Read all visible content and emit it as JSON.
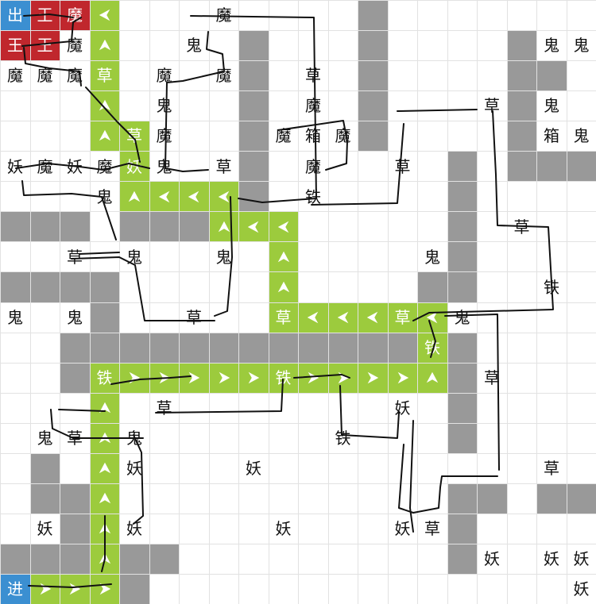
{
  "grid": {
    "cols": 20,
    "rows": 20
  },
  "colors": {
    "wall": "#999999",
    "path": "#9ccb3d",
    "exit": "#3b8fd1",
    "king": "#c0272d",
    "grid_line": "#e2e2e2",
    "pen": "#111111"
  },
  "walls": [
    [
      12,
      0
    ],
    [
      12,
      1
    ],
    [
      12,
      2
    ],
    [
      12,
      3
    ],
    [
      12,
      4
    ],
    [
      8,
      1
    ],
    [
      8,
      2
    ],
    [
      8,
      3
    ],
    [
      8,
      4
    ],
    [
      8,
      5
    ],
    [
      8,
      6
    ],
    [
      17,
      1
    ],
    [
      17,
      2
    ],
    [
      17,
      3
    ],
    [
      17,
      4
    ],
    [
      17,
      5
    ],
    [
      18,
      2
    ],
    [
      18,
      5
    ],
    [
      19,
      5
    ],
    [
      15,
      5
    ],
    [
      15,
      6
    ],
    [
      15,
      7
    ],
    [
      15,
      8
    ],
    [
      15,
      9
    ],
    [
      14,
      9
    ],
    [
      0,
      7
    ],
    [
      1,
      7
    ],
    [
      2,
      7
    ],
    [
      4,
      7
    ],
    [
      5,
      7
    ],
    [
      6,
      7
    ],
    [
      0,
      9
    ],
    [
      1,
      9
    ],
    [
      2,
      9
    ],
    [
      3,
      9
    ],
    [
      3,
      10
    ],
    [
      2,
      11
    ],
    [
      3,
      11
    ],
    [
      4,
      11
    ],
    [
      5,
      11
    ],
    [
      6,
      11
    ],
    [
      7,
      11
    ],
    [
      8,
      11
    ],
    [
      9,
      11
    ],
    [
      10,
      11
    ],
    [
      11,
      11
    ],
    [
      12,
      11
    ],
    [
      13,
      11
    ],
    [
      2,
      12
    ],
    [
      15,
      11
    ],
    [
      15,
      12
    ],
    [
      15,
      13
    ],
    [
      15,
      14
    ],
    [
      1,
      15
    ],
    [
      1,
      16
    ],
    [
      2,
      16
    ],
    [
      2,
      17
    ],
    [
      2,
      18
    ],
    [
      4,
      18
    ],
    [
      5,
      18
    ],
    [
      0,
      18
    ],
    [
      1,
      18
    ],
    [
      4,
      19
    ],
    [
      15,
      16
    ],
    [
      16,
      16
    ],
    [
      15,
      17
    ],
    [
      15,
      18
    ],
    [
      18,
      16
    ],
    [
      19,
      16
    ]
  ],
  "path_cells": [
    {
      "c": 3,
      "r": 0,
      "dir": "left"
    },
    {
      "c": 3,
      "r": 1,
      "dir": "up"
    },
    {
      "c": 3,
      "r": 2,
      "dir": "up",
      "label_key": "cao"
    },
    {
      "c": 3,
      "r": 3,
      "dir": "up"
    },
    {
      "c": 3,
      "r": 4,
      "dir": "up"
    },
    {
      "c": 4,
      "r": 4,
      "dir": "none",
      "label_key": "cao"
    },
    {
      "c": 4,
      "r": 5,
      "dir": "none",
      "label_key": "yao"
    },
    {
      "c": 4,
      "r": 6,
      "dir": "up"
    },
    {
      "c": 5,
      "r": 6,
      "dir": "left"
    },
    {
      "c": 6,
      "r": 6,
      "dir": "left"
    },
    {
      "c": 7,
      "r": 6,
      "dir": "left"
    },
    {
      "c": 7,
      "r": 7,
      "dir": "up"
    },
    {
      "c": 8,
      "r": 7,
      "dir": "left"
    },
    {
      "c": 9,
      "r": 7,
      "dir": "left"
    },
    {
      "c": 9,
      "r": 8,
      "dir": "up"
    },
    {
      "c": 9,
      "r": 9,
      "dir": "up"
    },
    {
      "c": 9,
      "r": 10,
      "dir": "none",
      "label_key": "cao"
    },
    {
      "c": 10,
      "r": 10,
      "dir": "left"
    },
    {
      "c": 11,
      "r": 10,
      "dir": "left"
    },
    {
      "c": 12,
      "r": 10,
      "dir": "left"
    },
    {
      "c": 13,
      "r": 10,
      "dir": "none",
      "label_key": "cao"
    },
    {
      "c": 14,
      "r": 10,
      "dir": "left"
    },
    {
      "c": 14,
      "r": 11,
      "dir": "none",
      "label_key": "tie"
    },
    {
      "c": 14,
      "r": 12,
      "dir": "up"
    },
    {
      "c": 13,
      "r": 12,
      "dir": "right"
    },
    {
      "c": 12,
      "r": 12,
      "dir": "right"
    },
    {
      "c": 11,
      "r": 12,
      "dir": "right"
    },
    {
      "c": 10,
      "r": 12,
      "dir": "right"
    },
    {
      "c": 9,
      "r": 12,
      "dir": "none",
      "label_key": "tie"
    },
    {
      "c": 8,
      "r": 12,
      "dir": "right"
    },
    {
      "c": 7,
      "r": 12,
      "dir": "right"
    },
    {
      "c": 6,
      "r": 12,
      "dir": "right"
    },
    {
      "c": 5,
      "r": 12,
      "dir": "right"
    },
    {
      "c": 4,
      "r": 12,
      "dir": "right"
    },
    {
      "c": 3,
      "r": 12,
      "dir": "none",
      "label_key": "tie"
    },
    {
      "c": 3,
      "r": 13,
      "dir": "up"
    },
    {
      "c": 3,
      "r": 14,
      "dir": "up"
    },
    {
      "c": 3,
      "r": 15,
      "dir": "up"
    },
    {
      "c": 3,
      "r": 16,
      "dir": "up"
    },
    {
      "c": 3,
      "r": 17,
      "dir": "up"
    },
    {
      "c": 3,
      "r": 18,
      "dir": "up"
    },
    {
      "c": 3,
      "r": 19,
      "dir": "right"
    },
    {
      "c": 2,
      "r": 19,
      "dir": "right"
    },
    {
      "c": 1,
      "r": 19,
      "dir": "right"
    }
  ],
  "special_cells": [
    {
      "c": 0,
      "r": 0,
      "kind": "exit",
      "label_key": "chu"
    },
    {
      "c": 0,
      "r": 19,
      "kind": "exit",
      "label_key": "jin"
    },
    {
      "c": 1,
      "r": 0,
      "kind": "king",
      "label_key": "wang"
    },
    {
      "c": 2,
      "r": 0,
      "kind": "king",
      "label_key": "mo"
    },
    {
      "c": 0,
      "r": 1,
      "kind": "king",
      "label_key": "wang"
    },
    {
      "c": 1,
      "r": 1,
      "kind": "king",
      "label_key": "wang"
    }
  ],
  "labels": [
    {
      "c": 7,
      "r": 0,
      "key": "mo"
    },
    {
      "c": 2,
      "r": 1,
      "key": "mo"
    },
    {
      "c": 6,
      "r": 1,
      "key": "gui"
    },
    {
      "c": 18,
      "r": 1,
      "key": "gui"
    },
    {
      "c": 19,
      "r": 1,
      "key": "gui"
    },
    {
      "c": 0,
      "r": 2,
      "key": "mo"
    },
    {
      "c": 1,
      "r": 2,
      "key": "mo"
    },
    {
      "c": 2,
      "r": 2,
      "key": "mo"
    },
    {
      "c": 5,
      "r": 2,
      "key": "mo"
    },
    {
      "c": 7,
      "r": 2,
      "key": "mo"
    },
    {
      "c": 10,
      "r": 2,
      "key": "cao"
    },
    {
      "c": 5,
      "r": 3,
      "key": "gui"
    },
    {
      "c": 10,
      "r": 3,
      "key": "mo"
    },
    {
      "c": 16,
      "r": 3,
      "key": "cao"
    },
    {
      "c": 18,
      "r": 3,
      "key": "gui"
    },
    {
      "c": 5,
      "r": 4,
      "key": "mo"
    },
    {
      "c": 9,
      "r": 4,
      "key": "mo"
    },
    {
      "c": 10,
      "r": 4,
      "key": "xiang"
    },
    {
      "c": 11,
      "r": 4,
      "key": "mo"
    },
    {
      "c": 18,
      "r": 4,
      "key": "xiang"
    },
    {
      "c": 19,
      "r": 4,
      "key": "gui"
    },
    {
      "c": 0,
      "r": 5,
      "key": "yao"
    },
    {
      "c": 1,
      "r": 5,
      "key": "mo"
    },
    {
      "c": 2,
      "r": 5,
      "key": "yao"
    },
    {
      "c": 3,
      "r": 5,
      "key": "mo"
    },
    {
      "c": 5,
      "r": 5,
      "key": "gui"
    },
    {
      "c": 7,
      "r": 5,
      "key": "cao"
    },
    {
      "c": 10,
      "r": 5,
      "key": "mo"
    },
    {
      "c": 13,
      "r": 5,
      "key": "cao"
    },
    {
      "c": 3,
      "r": 6,
      "key": "gui"
    },
    {
      "c": 10,
      "r": 6,
      "key": "tie"
    },
    {
      "c": 17,
      "r": 7,
      "key": "cao"
    },
    {
      "c": 2,
      "r": 8,
      "key": "cao"
    },
    {
      "c": 4,
      "r": 8,
      "key": "gui"
    },
    {
      "c": 7,
      "r": 8,
      "key": "gui"
    },
    {
      "c": 14,
      "r": 8,
      "key": "gui"
    },
    {
      "c": 18,
      "r": 9,
      "key": "tie"
    },
    {
      "c": 0,
      "r": 10,
      "key": "gui"
    },
    {
      "c": 2,
      "r": 10,
      "key": "gui"
    },
    {
      "c": 6,
      "r": 10,
      "key": "cao"
    },
    {
      "c": 15,
      "r": 10,
      "key": "gui"
    },
    {
      "c": 16,
      "r": 12,
      "key": "cao"
    },
    {
      "c": 5,
      "r": 13,
      "key": "cao"
    },
    {
      "c": 13,
      "r": 13,
      "key": "yao"
    },
    {
      "c": 1,
      "r": 14,
      "key": "gui"
    },
    {
      "c": 2,
      "r": 14,
      "key": "cao"
    },
    {
      "c": 4,
      "r": 14,
      "key": "gui"
    },
    {
      "c": 11,
      "r": 14,
      "key": "tie"
    },
    {
      "c": 4,
      "r": 15,
      "key": "yao"
    },
    {
      "c": 8,
      "r": 15,
      "key": "yao"
    },
    {
      "c": 18,
      "r": 15,
      "key": "cao"
    },
    {
      "c": 1,
      "r": 17,
      "key": "yao"
    },
    {
      "c": 4,
      "r": 17,
      "key": "yao"
    },
    {
      "c": 9,
      "r": 17,
      "key": "yao"
    },
    {
      "c": 13,
      "r": 17,
      "key": "yao"
    },
    {
      "c": 14,
      "r": 17,
      "key": "cao"
    },
    {
      "c": 16,
      "r": 18,
      "key": "yao"
    },
    {
      "c": 18,
      "r": 18,
      "key": "yao"
    },
    {
      "c": 19,
      "r": 18,
      "key": "yao"
    },
    {
      "c": 19,
      "r": 19,
      "key": "yao"
    }
  ],
  "glyphs": {
    "chu": "出",
    "jin": "进",
    "wang": "王",
    "mo": "魔",
    "gui": "鬼",
    "cao": "草",
    "yao": "妖",
    "tie": "铁",
    "xiang": "箱"
  },
  "arrow_icon": "chevron-arrow-icon"
}
